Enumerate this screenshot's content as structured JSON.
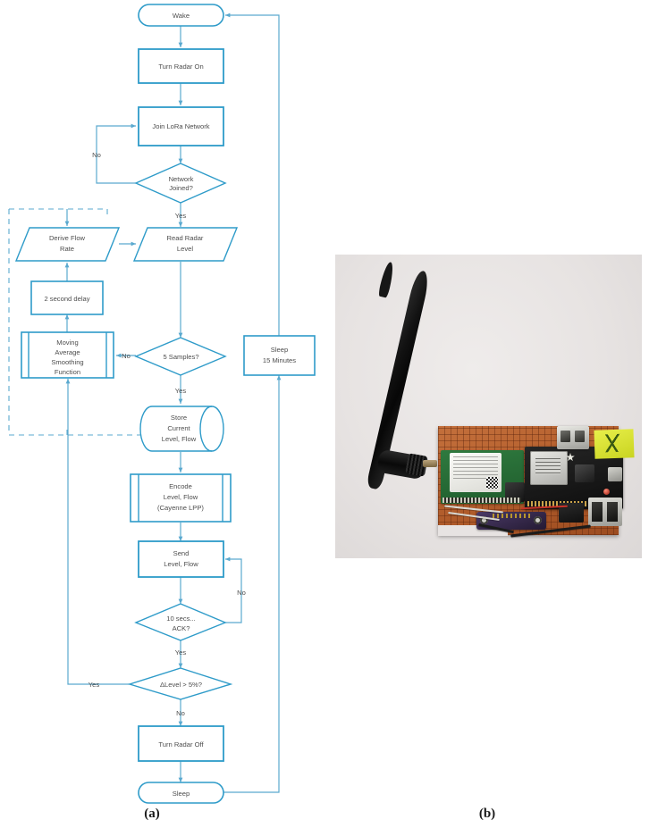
{
  "figure": {
    "caption_a": "(a)",
    "caption_b": "(b)",
    "panel_a_kind": "flowchart",
    "panel_b_kind": "photograph"
  },
  "flowchart": {
    "title": "",
    "accent_color": "#2e9bc9",
    "line_color": "#5aa9cf",
    "text_color": "#4d4d4d",
    "nodes": [
      {
        "id": "wake",
        "shape": "terminator",
        "label": "Wake"
      },
      {
        "id": "radar_on",
        "shape": "process",
        "label": "Turn Radar On"
      },
      {
        "id": "join",
        "shape": "process",
        "label": "Join LoRa Network"
      },
      {
        "id": "joined",
        "shape": "decision",
        "label_line1": "Network",
        "label_line2": "Joined?"
      },
      {
        "id": "derive_flow",
        "shape": "data",
        "label_line1": "Derive Flow",
        "label_line2": "Rate"
      },
      {
        "id": "read_radar",
        "shape": "data",
        "label_line1": "Read Radar",
        "label_line2": "Level"
      },
      {
        "id": "delay",
        "shape": "process",
        "label": "2 second delay"
      },
      {
        "id": "moving_avg",
        "shape": "predefined-process",
        "label_line1": "Moving",
        "label_line2": "Average",
        "label_line3": "Smoothing",
        "label_line4": "Function"
      },
      {
        "id": "samples",
        "shape": "decision",
        "label": "5 Samples?"
      },
      {
        "id": "sleep15",
        "shape": "process",
        "label_line1": "Sleep",
        "label_line2": "15 Minutes"
      },
      {
        "id": "store",
        "shape": "database",
        "label_line1": "Store",
        "label_line2": "Current",
        "label_line3": "Level, Flow"
      },
      {
        "id": "encode",
        "shape": "predefined-process",
        "label_line1": "Encode",
        "label_line2": "Level, Flow",
        "label_line3": "(Cayenne LPP)"
      },
      {
        "id": "send",
        "shape": "process",
        "label_line1": "Send",
        "label_line2": "Level, Flow"
      },
      {
        "id": "ack",
        "shape": "decision",
        "label_line1": "10 secs...",
        "label_line2": "ACK?"
      },
      {
        "id": "dlevel",
        "shape": "decision",
        "label": "ΔLevel > 5%?"
      },
      {
        "id": "radar_off",
        "shape": "process",
        "label": "Turn Radar Off"
      },
      {
        "id": "sleep",
        "shape": "terminator",
        "label": "Sleep"
      }
    ],
    "edge_labels": {
      "joined_no": "No",
      "joined_yes": "Yes",
      "samples_no": "No",
      "samples_yes": "Yes",
      "ack_no": "No",
      "ack_yes": "Yes",
      "dlevel_yes": "Yes",
      "dlevel_no": "No"
    },
    "dashed_group": {
      "present": true,
      "label": ""
    }
  },
  "photo": {
    "alt": "LoRa radar level sensor prototype on perfboard with whip antenna",
    "parts": [
      "whip-antenna",
      "sma-connector",
      "perfboard",
      "lora-radio-module",
      "microcontroller-board",
      "microsd-slot",
      "screw-terminal-block",
      "yellow-sticky-label",
      "toggle-switches",
      "sensor-breakout"
    ]
  }
}
